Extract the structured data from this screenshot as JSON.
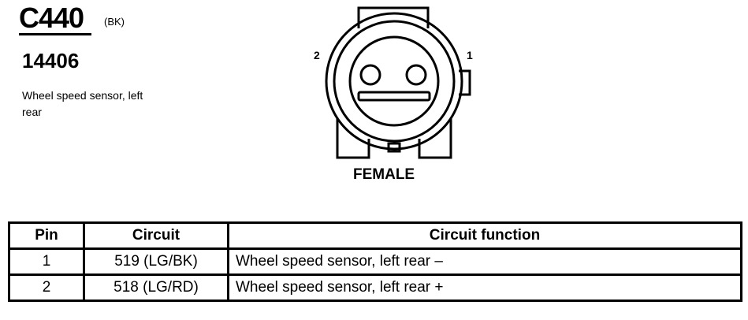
{
  "connector": {
    "id": "C440",
    "color": "(BK)",
    "part_number": "14406",
    "description": "Wheel speed sensor, left rear",
    "gender": "FEMALE",
    "pin_labels": {
      "left": "2",
      "right": "1"
    }
  },
  "pin_table": {
    "headers": {
      "pin": "Pin",
      "circuit": "Circuit",
      "function": "Circuit function"
    },
    "rows": [
      {
        "pin": "1",
        "circuit": "519 (LG/BK)",
        "function": "Wheel speed sensor, left rear –"
      },
      {
        "pin": "2",
        "circuit": "518 (LG/RD)",
        "function": "Wheel speed sensor, left rear +"
      }
    ]
  }
}
